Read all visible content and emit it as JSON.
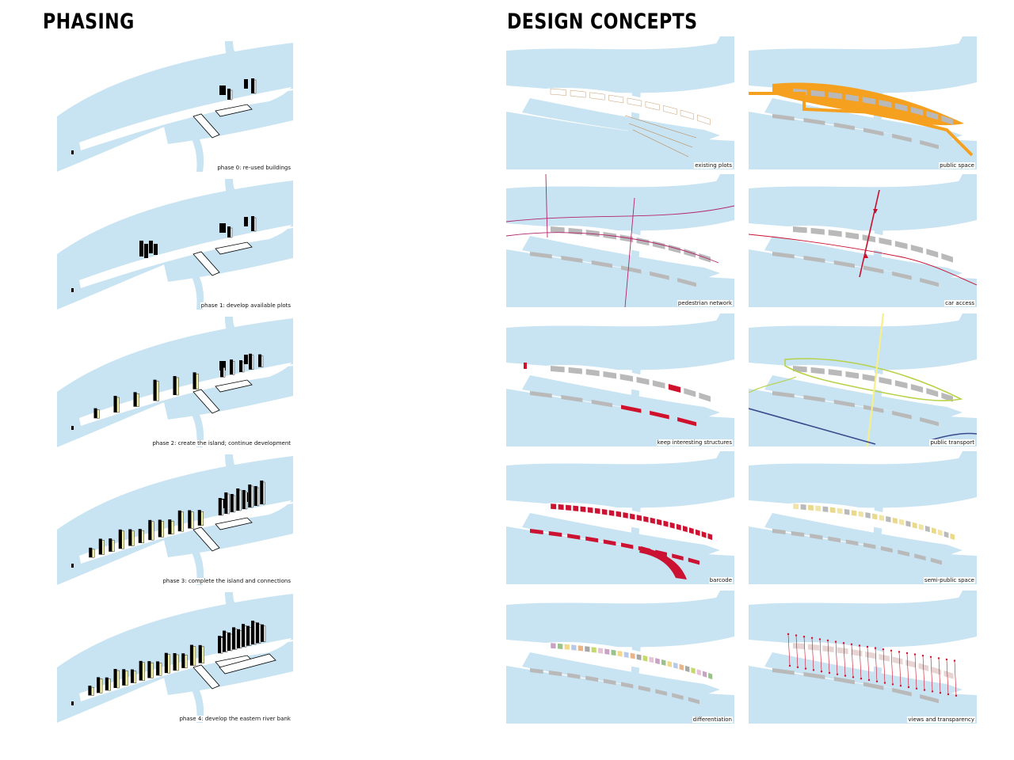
{
  "headings": {
    "phasing": "PHASING",
    "design_concepts": "DESIGN CONCEPTS"
  },
  "phases": [
    {
      "caption": "phase 0: re-used buildings",
      "towers": 0,
      "island_towers": 0,
      "east_towers": 2
    },
    {
      "caption": "phase 1: develop available plots",
      "towers": 4,
      "island_towers": 0,
      "east_towers": 2
    },
    {
      "caption": "phase 2: create the island; continue development",
      "towers": 10,
      "island_towers": 6,
      "east_towers": 5
    },
    {
      "caption": "phase 3: complete the island and connections",
      "towers": 14,
      "island_towers": 12,
      "east_towers": 8
    },
    {
      "caption": "phase 4: develop the eastern river bank",
      "towers": 16,
      "island_towers": 14,
      "east_towers": 10
    }
  ],
  "concepts": [
    {
      "caption": "existing plots",
      "style": "plots"
    },
    {
      "caption": "public space",
      "style": "public"
    },
    {
      "caption": "pedestrian network",
      "style": "pedestrian"
    },
    {
      "caption": "car access",
      "style": "car"
    },
    {
      "caption": "keep interesting structures",
      "style": "keep"
    },
    {
      "caption": "public transport",
      "style": "transport"
    },
    {
      "caption": "barcode",
      "style": "barcode"
    },
    {
      "caption": "semi-public space",
      "style": "semipublic"
    },
    {
      "caption": "differentiation",
      "style": "differentiation"
    },
    {
      "caption": "views and transparency",
      "style": "views"
    }
  ],
  "colors": {
    "water": "#c8e3f2",
    "plot_gray": "#b9b9b9",
    "public_orange": "#f5a01e",
    "pedestrian_magenta": "#b3246a",
    "car_red": "#c8102e",
    "keep_red": "#d0112b",
    "transport_yellow": "#f6ef8a",
    "transport_green": "#b8d24a",
    "transport_navy": "#3b4a8c",
    "barcode_red": "#cc1233",
    "semi_yellow": "#efe3a6",
    "views_red": "#d0112b",
    "plots_brown": "#b9834b"
  }
}
